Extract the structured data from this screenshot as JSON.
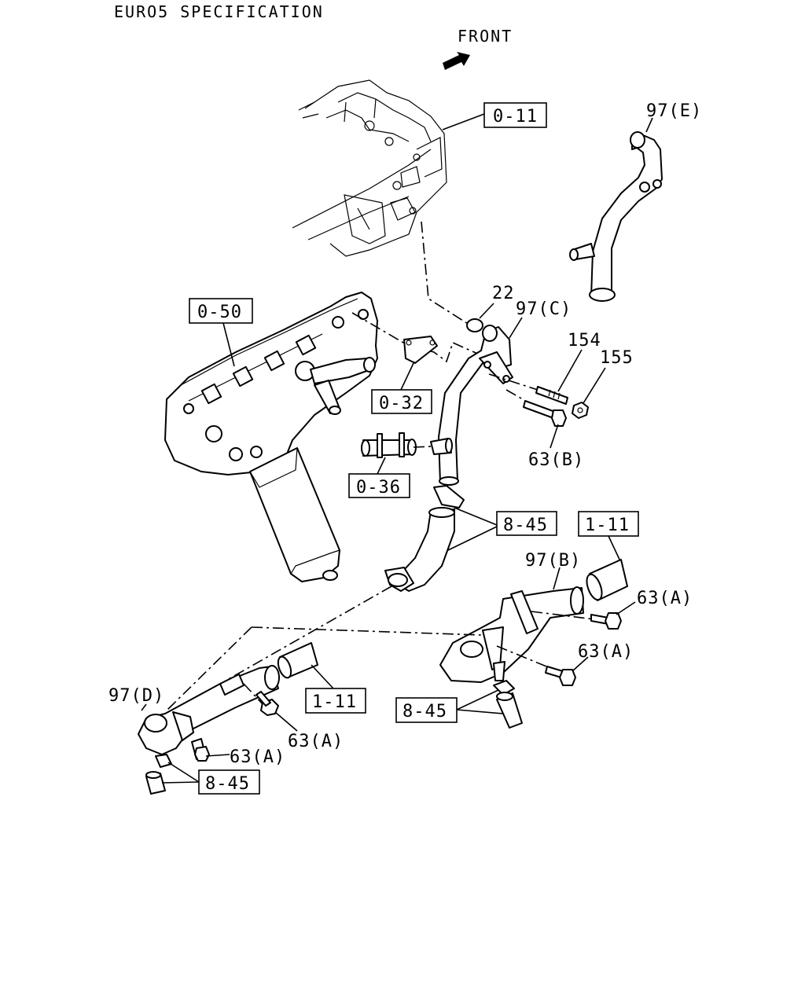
{
  "header": {
    "spec": "EURO5 SPECIFICATION",
    "front": "FRONT"
  },
  "refs": {
    "r011": "0-11",
    "r050": "0-50",
    "r032": "0-32",
    "r036": "0-36",
    "r845a": "8-45",
    "r111a": "1-11",
    "r111b": "1-11",
    "r845b": "8-45",
    "r845c": "8-45"
  },
  "parts": {
    "p97e": "97(E)",
    "p22": "22",
    "p97c": "97(C)",
    "p154": "154",
    "p155": "155",
    "p63b": "63(B)",
    "p97b": "97(B)",
    "p63a1": "63(A)",
    "p63a2": "63(A)",
    "p97d": "97(D)",
    "p63a3": "63(A)",
    "p63a4": "63(A)"
  }
}
